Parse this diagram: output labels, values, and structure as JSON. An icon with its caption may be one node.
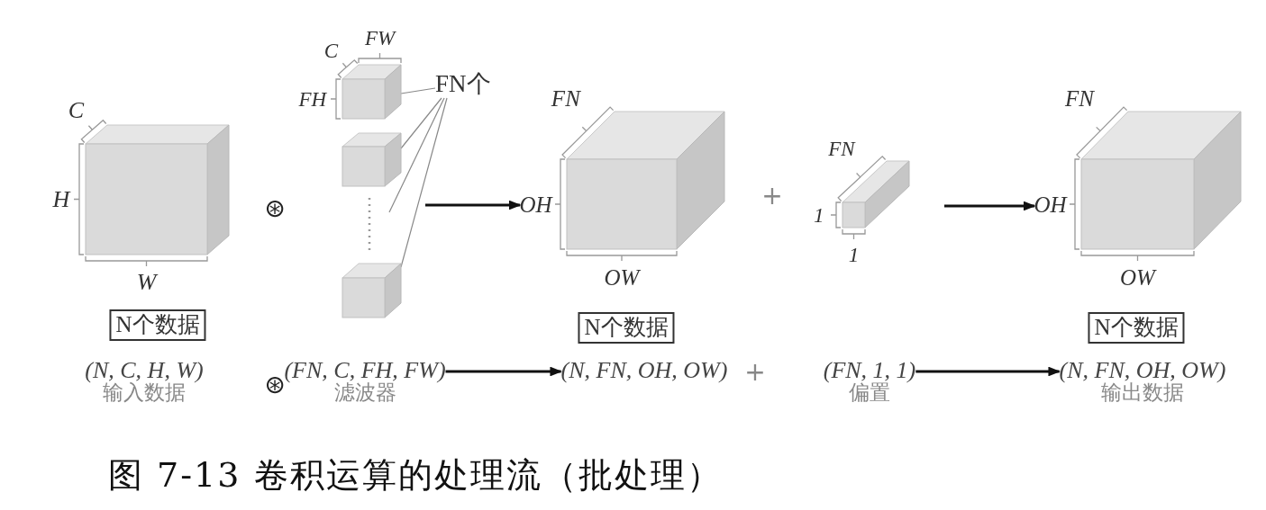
{
  "diagram": {
    "caption": "图 7-13 卷积运算的处理流（批处理）",
    "nodes": [
      {
        "text": [],
        "shape": "box",
        "beside": [
          "C",
          "H",
          "W"
        ]
      },
      {
        "text": [
          "N个数据"
        ]
      },
      {
        "text": [],
        "shape": "box",
        "beside": [
          "FW",
          "C",
          "FH"
        ]
      },
      {
        "text": [],
        "shape": "box"
      },
      {
        "text": [],
        "shape": "box"
      },
      {
        "text": [
          "FN个"
        ]
      },
      {
        "text": [],
        "shape": "box",
        "beside": [
          "FN",
          "OH",
          "OW"
        ]
      },
      {
        "text": [
          "N个数据"
        ]
      },
      {
        "text": [],
        "shape": "box",
        "beside": [
          "FN",
          "1",
          "1"
        ]
      },
      {
        "text": [],
        "shape": "box",
        "beside": [
          "FN",
          "OH",
          "OW"
        ]
      },
      {
        "text": [
          "N个数据"
        ]
      },
      {
        "text": [
          "(N, C, H, W)",
          "输入数据"
        ]
      },
      {
        "text": [
          "(FN, C, FH, FW)",
          "滤波器"
        ]
      },
      {
        "text": [
          "(N, FN, OH, OW)"
        ]
      },
      {
        "text": [
          "(FN, 1, 1)",
          "偏置"
        ]
      },
      {
        "text": [
          "(N, FN, OH, OW)",
          "输出数据"
        ]
      }
    ],
    "edges": [
      {
        "from": 5,
        "to": 2,
        "arrow": "none"
      },
      {
        "from": 5,
        "to": 3,
        "arrow": "none"
      },
      {
        "from": 5,
        "to": null,
        "arrow": "none"
      },
      {
        "from": 5,
        "to": 4,
        "arrow": "none"
      },
      {
        "from": null,
        "to": 6,
        "arrow": "to",
        "color": "#111111"
      },
      {
        "from": null,
        "to": 9,
        "arrow": "to",
        "color": "#111111"
      },
      {
        "from": 12,
        "to": 13,
        "arrow": "to",
        "color": "#111111"
      },
      {
        "from": 14,
        "to": 15,
        "arrow": "to",
        "color": "#111111"
      }
    ],
    "labels": [
      "⊛",
      "+",
      "⊛",
      "+"
    ]
  }
}
